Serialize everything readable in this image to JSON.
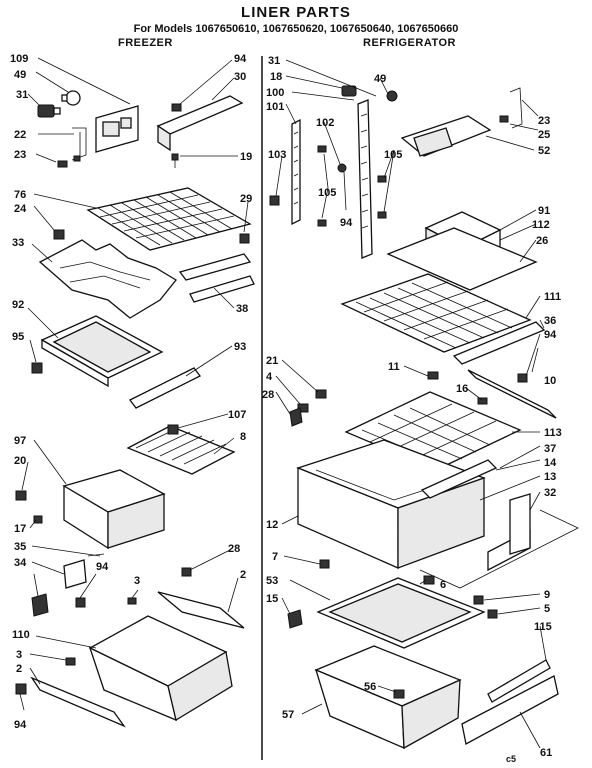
{
  "title": "LINER PARTS",
  "models": "For Models 1067650610, 1067650620, 1067650640, 1067650660",
  "sections": {
    "freezer": "FREEZER",
    "refrigerator": "REFRIGERATOR"
  },
  "callouts": {
    "f109": "109",
    "f49": "49",
    "f31": "31",
    "f22": "22",
    "f23": "23",
    "f94a": "94",
    "f30": "30",
    "f19": "19",
    "f76": "76",
    "f24": "24",
    "f29": "29",
    "f33": "33",
    "f38": "38",
    "f92": "92",
    "f95": "95",
    "f93": "93",
    "f107": "107",
    "f8": "8",
    "f97": "97",
    "f20": "20",
    "f17": "17",
    "f35": "35",
    "f34": "34",
    "f94b": "94",
    "f3a": "3",
    "f28": "28",
    "f2a": "2",
    "f110": "110",
    "f3b": "3",
    "f2b": "2",
    "f94c": "94",
    "r31": "31",
    "r18": "18",
    "r100": "100",
    "r101": "101",
    "r49": "49",
    "r102": "102",
    "r103": "103",
    "r105a": "105",
    "r105b": "105",
    "r94a": "94",
    "r23": "23",
    "r25": "25",
    "r52": "52",
    "r91": "91",
    "r112": "112",
    "r26": "26",
    "r111": "111",
    "r36": "36",
    "r94b": "94",
    "r10": "10",
    "r11": "11",
    "r16": "16",
    "r21": "21",
    "r4": "4",
    "r28": "28",
    "r113": "113",
    "r37": "37",
    "r14": "14",
    "r13": "13",
    "r32": "32",
    "r12": "12",
    "r7": "7",
    "r53": "53",
    "r6": "6",
    "r15": "15",
    "r9": "9",
    "r5": "5",
    "r115": "115",
    "r56": "56",
    "r57": "57",
    "r61": "61",
    "rc5": "c5"
  }
}
